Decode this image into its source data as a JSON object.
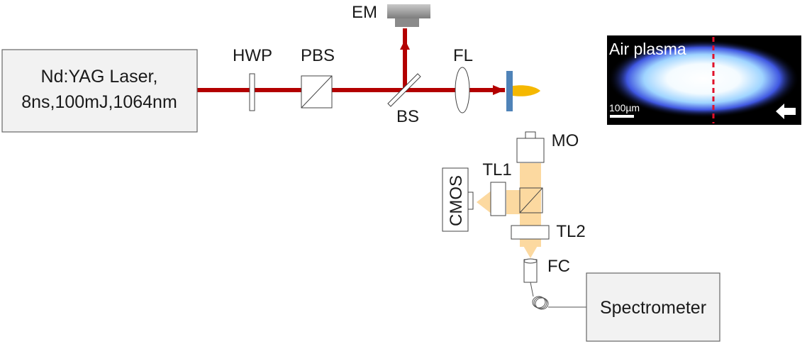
{
  "laser": {
    "line1": "Nd:YAG Laser,",
    "line2": "8ns,100mJ,1064nm"
  },
  "labels": {
    "em": "EM",
    "hwp": "HWP",
    "pbs": "PBS",
    "bs": "BS",
    "fl": "FL",
    "mo": "MO",
    "tl1": "TL1",
    "tl2": "TL2",
    "cmos": "CMOS",
    "fc": "FC",
    "spectrometer": "Spectrometer"
  },
  "inset": {
    "title": "Air plasma",
    "scale_bar": "100µm"
  },
  "colors": {
    "laser_beam": "#b30000",
    "collected_light": "#fcd9a0",
    "target": "#4f83b8",
    "plasma_plume": "#f5b800",
    "marker_line": "#e0102a"
  }
}
